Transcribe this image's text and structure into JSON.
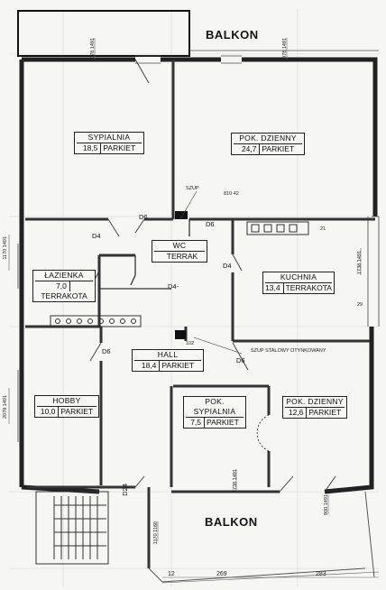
{
  "balconies": {
    "top": "BALKON",
    "bottom": "BALKON"
  },
  "rooms": [
    {
      "id": "sypialnia",
      "name": "SYPIALNIA",
      "area": "18,5",
      "material": "PARKIET"
    },
    {
      "id": "pok-dzienny-top",
      "name": "POK. DZIENNY",
      "area": "24,7",
      "material": "PARKIET"
    },
    {
      "id": "wc",
      "name": "WC",
      "area": "",
      "material": "TERRAK"
    },
    {
      "id": "lazienka",
      "name": "ŁAZIENKA",
      "area": "7,0",
      "material": "TERRAKOTA"
    },
    {
      "id": "kuchnia",
      "name": "KUCHNIA",
      "area": "13,4",
      "material": "TERRAKOTA"
    },
    {
      "id": "hall",
      "name": "HALL",
      "area": "18,4",
      "material": "PARKIET"
    },
    {
      "id": "hobby",
      "name": "HOBBY",
      "area": "10,0",
      "material": "PARKIET"
    },
    {
      "id": "pok-sypialnia",
      "name": "POK. SYPIALNIA",
      "area": "7,5",
      "material": "PARKIET"
    },
    {
      "id": "pok-dzienny-bottom",
      "name": "POK. DZIENNY",
      "area": "12,6",
      "material": "PARKIET"
    }
  ],
  "doors": {
    "d6_a": "D6",
    "d6_b": "D6",
    "d4_a": "D4",
    "d4_b": "D4-",
    "d4_c": "D4",
    "d6_c": "D6",
    "d6_d": "D6",
    "d24": "D24"
  },
  "annotations": {
    "szup_top": "SZUP",
    "szup_stalowy": "SZUP STALOWY OTYNKOWANY",
    "v102": "102",
    "v21": "21",
    "v29": "29",
    "v810": "810 42"
  },
  "dimensions": {
    "top_left": "2078 1491",
    "top_right": "2078 1491",
    "left_upper": "1170 1491",
    "left_lower": "2078 1491",
    "right_upper": "1738 1491",
    "center_lower": "1738 1491",
    "right_lower": "900 1491",
    "balkon_bottom": "1170 1160",
    "bottom_a": "12",
    "bottom_b": "269",
    "bottom_c": "283"
  }
}
